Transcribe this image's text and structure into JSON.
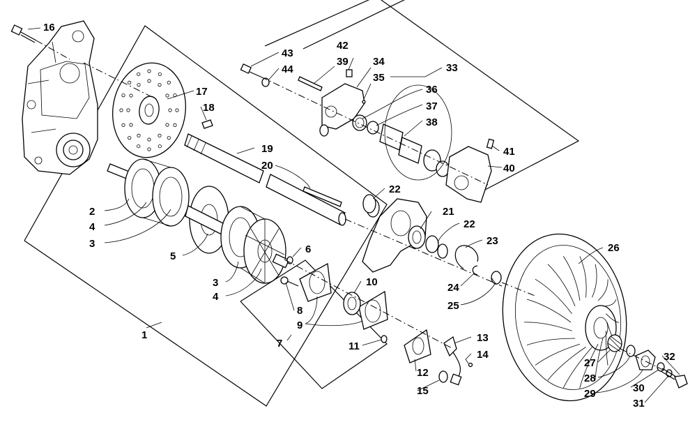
{
  "labels": {
    "c1": "1",
    "c2": "2",
    "c3": "3",
    "c3b": "3",
    "c4": "4",
    "c4b": "4",
    "c5": "5",
    "c6": "6",
    "c7": "7",
    "c8": "8",
    "c9": "9",
    "c10": "10",
    "c11": "11",
    "c12": "12",
    "c13": "13",
    "c14": "14",
    "c15": "15",
    "c16": "16",
    "c17": "17",
    "c18": "18",
    "c19": "19",
    "c20": "20",
    "c21": "21",
    "c22": "22",
    "c22b": "22",
    "c23": "23",
    "c24": "24",
    "c25": "25",
    "c26": "26",
    "c27": "27",
    "c28": "28",
    "c29": "29",
    "c30": "30",
    "c31": "31",
    "c32": "32",
    "c33": "33",
    "c34": "34",
    "c35": "35",
    "c36": "36",
    "c37": "37",
    "c38": "38",
    "c39": "39",
    "c40": "40",
    "c41": "41",
    "c42": "42",
    "c43": "43",
    "c44": "44"
  }
}
